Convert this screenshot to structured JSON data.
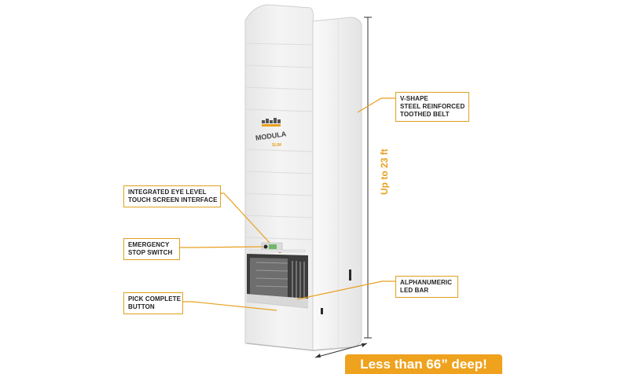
{
  "callouts": {
    "belt": [
      "V-SHAPE",
      "STEEL REINFORCED",
      "TOOTHED BELT"
    ],
    "touch": [
      "INTEGRATED EYE LEVEL",
      "TOUCH SCREEN INTERFACE"
    ],
    "estop": [
      "EMERGENCY",
      "STOP SWITCH"
    ],
    "pick": [
      "PICK COMPLETE",
      "BUTTON"
    ],
    "led": [
      "ALPHANUMERIC",
      "LED BAR"
    ]
  },
  "height_label": "Up to 23 ft",
  "depth_label": "Less than 66” deep!",
  "logo": {
    "brand": "MODULA",
    "sub": "SLIM"
  },
  "colors": {
    "accent": "#efa21e",
    "cabinet": "#f2f2f2",
    "text": "#222222"
  }
}
